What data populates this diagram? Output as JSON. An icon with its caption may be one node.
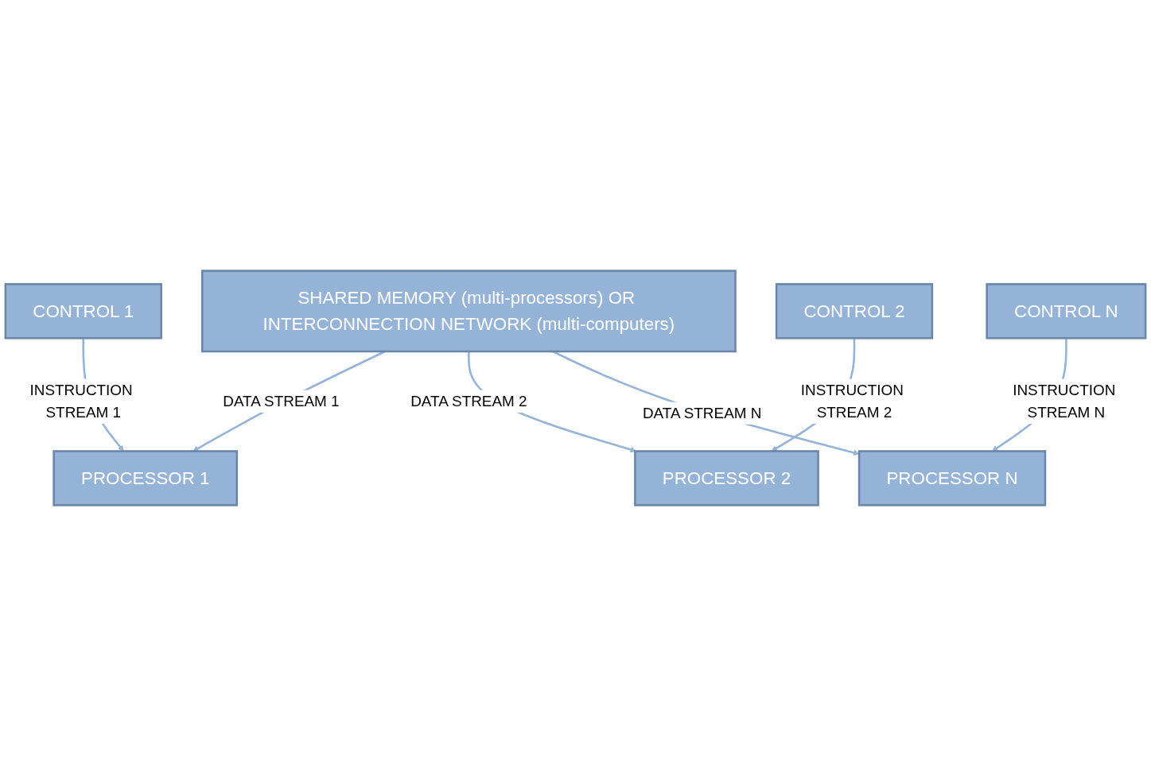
{
  "diagram": {
    "nodes": [
      {
        "text": [
          "SHARED MEMORY (multi-processors) OR INTERCONNECTION NETWORK (multi-computers)"
        ]
      },
      {
        "text": [
          "PROCESSOR 1"
        ]
      },
      {
        "text": [
          "PROCESSOR 2"
        ]
      },
      {
        "text": [
          "PROCESSOR N"
        ]
      },
      {
        "text": [
          "CONTROL 1"
        ]
      },
      {
        "text": [
          "CONTROL 2"
        ]
      },
      {
        "text": [
          "CONTROL N"
        ]
      }
    ],
    "edges": [
      {
        "from": 0,
        "to": 1,
        "arrow": "to",
        "label": "DATA STREAM 1"
      },
      {
        "from": 0,
        "to": 2,
        "arrow": "to",
        "label": "DATA STREAM 2"
      },
      {
        "from": 0,
        "to": 3,
        "arrow": "to",
        "label": "DATA STREAM N"
      },
      {
        "from": 4,
        "to": 1,
        "arrow": "to",
        "label": "INSTRUCTION STREAM 1"
      },
      {
        "from": 5,
        "to": 2,
        "arrow": "to",
        "label": "INSTRUCTION STREAM 2"
      },
      {
        "from": 6,
        "to": 3,
        "arrow": "to",
        "label": "INSTRUCTION STREAM N"
      }
    ]
  }
}
